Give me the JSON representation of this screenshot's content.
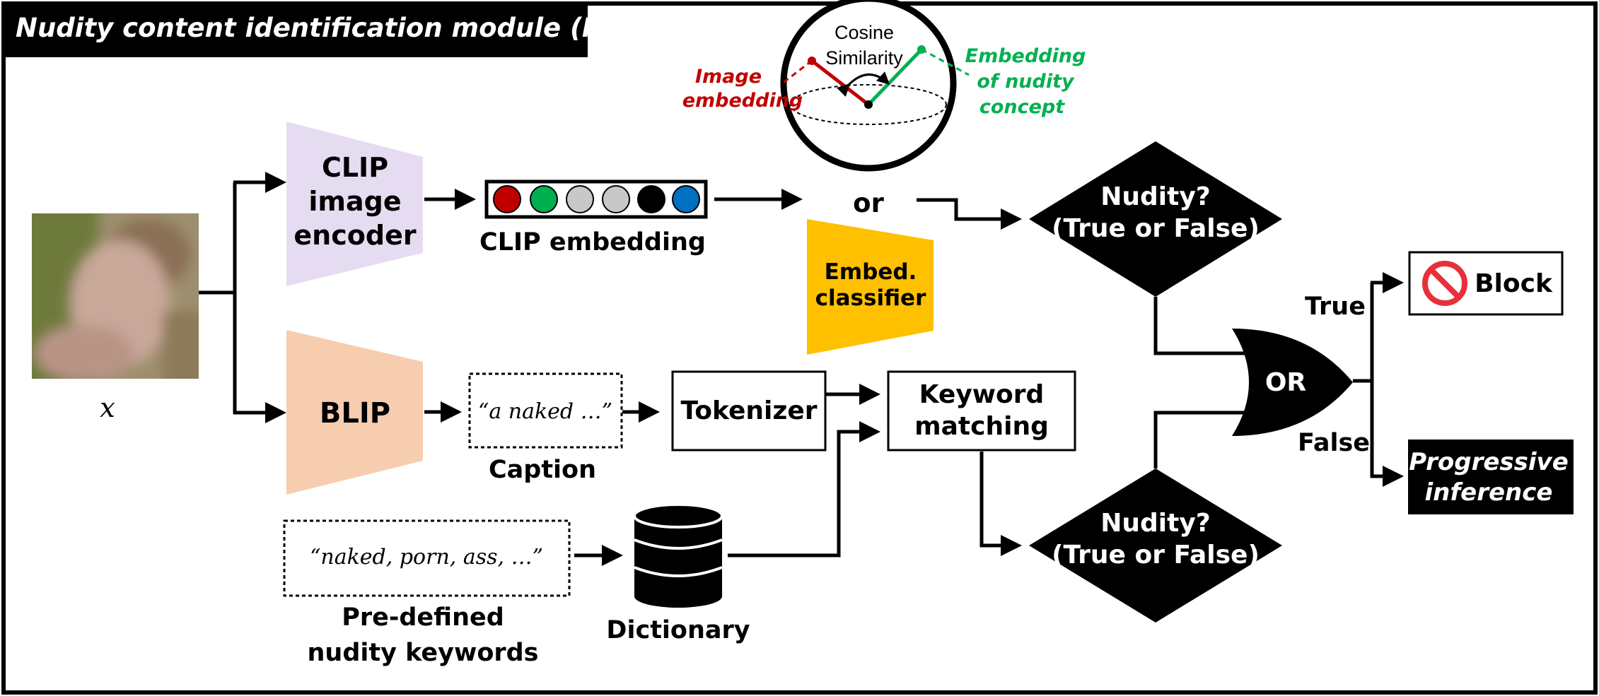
{
  "title": "Nudity content identification module (NCIM)",
  "input_label": "x",
  "clip_encoder": [
    "CLIP",
    "image",
    "encoder"
  ],
  "clip_embedding_label": "CLIP embedding",
  "embedding_colors": [
    "#c00000",
    "#00b050",
    "#c8c8c8",
    "#c8c8c8",
    "#000000",
    "#0070c0"
  ],
  "cosine": {
    "title": [
      "Cosine",
      "Similarity"
    ],
    "image_embedding": [
      "Image",
      "embedding"
    ],
    "nudity_embedding": [
      "Embedding",
      "of nudity",
      "concept"
    ],
    "image_color": "#c00000",
    "nudity_color": "#00b050"
  },
  "or_text": "or",
  "embed_classifier": [
    "Embed.",
    "classifier"
  ],
  "embed_classifier_color": "#ffc000",
  "blip": "BLIP",
  "caption_text": "“a naked …”",
  "caption_label": "Caption",
  "tokenizer": "Tokenizer",
  "keyword_matching": [
    "Keyword",
    "matching"
  ],
  "keywords_text": "“naked, porn, ass, …”",
  "keywords_label": [
    "Pre-defined",
    "nudity keywords"
  ],
  "dictionary_label": "Dictionary",
  "decision_top": [
    "Nudity?",
    "(True or False)"
  ],
  "decision_bottom": [
    "Nudity?",
    "(True or False)"
  ],
  "or_gate": "OR",
  "true_label": "True",
  "false_label": "False",
  "block_label": "Block",
  "progressive": [
    "Progressive",
    "inference"
  ],
  "clip_color": "#e6dcf2",
  "blip_color": "#f7cdb0"
}
